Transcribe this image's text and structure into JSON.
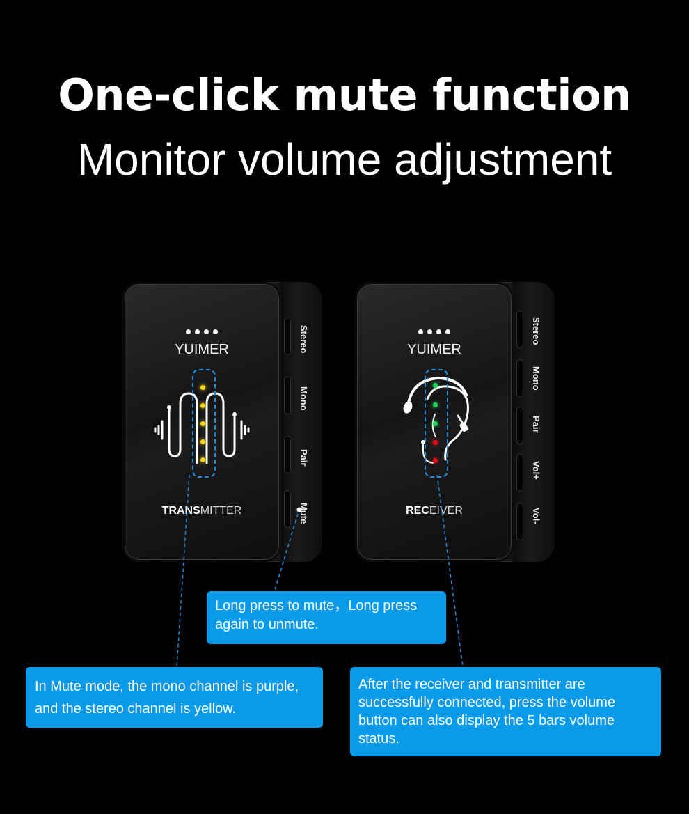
{
  "heading": {
    "title": "One-click mute function",
    "subtitle": "Monitor volume adjustment"
  },
  "transmitter": {
    "brand": "YUIMER",
    "label_bold": "TRANS",
    "label_rest": "MITTER",
    "buttons": [
      "Stereo",
      "Mono",
      "Pair",
      "Mute"
    ],
    "indicator_color": "#f2d21a",
    "indicator_count": 5
  },
  "receiver": {
    "brand": "YUIMER",
    "label_bold": "REC",
    "label_rest": "EIVER",
    "buttons": [
      "Stereo",
      "Mono",
      "Pair",
      "Vol+",
      "Vol-"
    ],
    "indicator_colors": [
      "#22d35a",
      "#22d35a",
      "#22d35a",
      "#e0101a",
      "#e0101a"
    ]
  },
  "callouts": {
    "mute": "Long press to mute，Long press again to unmute.",
    "mute_mode": "In Mute mode, the mono channel is purple, and the stereo channel is yellow.",
    "volume": "After the receiver and transmitter are successfully connected, press the volume button can also display the 5 bars volume status."
  },
  "colors": {
    "accent": "#0a9ae8",
    "dash": "#1f8ee0",
    "background": "#000000"
  }
}
